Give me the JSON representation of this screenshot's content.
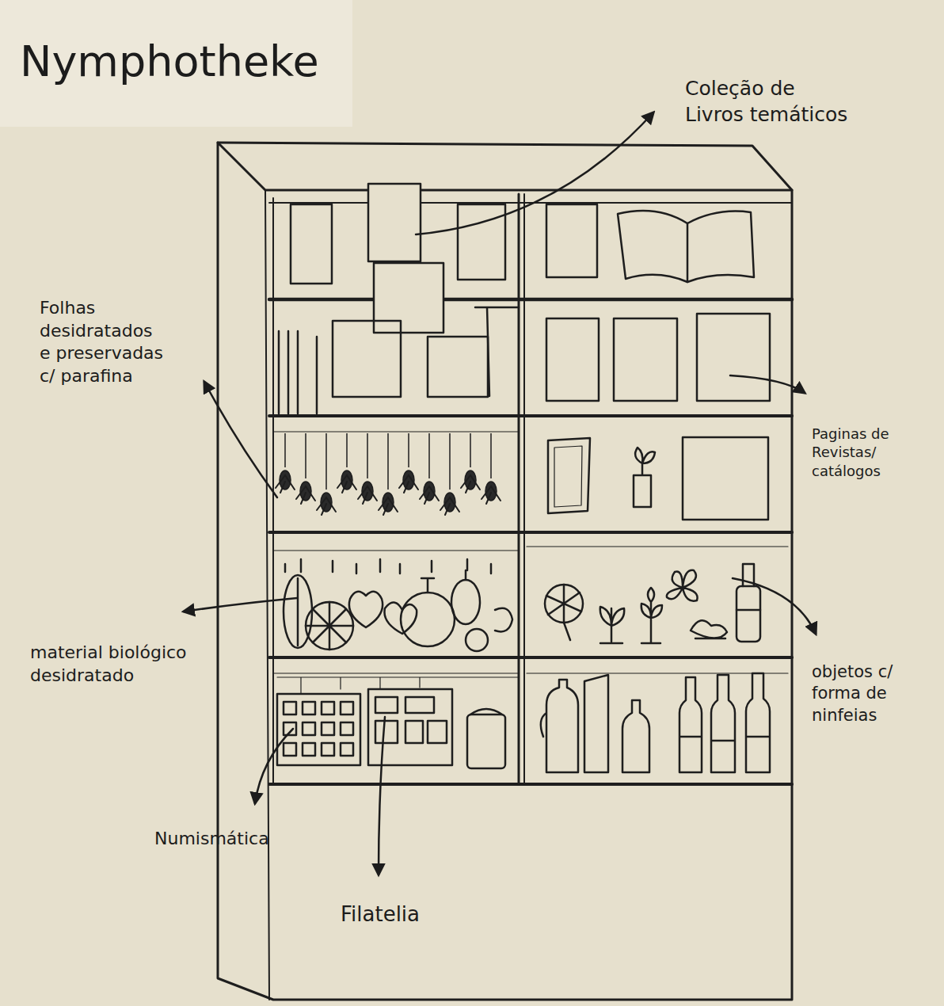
{
  "diagram": {
    "title": "Nymphotheke",
    "labels": [
      "Coleção de Livros temáticos",
      "Folhas desidratados e preservadas c/ parafina",
      "Paginas de Revistas/ catálogos",
      "material biológico desidratado",
      "objetos c/ forma de ninfeias",
      "Numismática",
      "Filatelia"
    ]
  }
}
